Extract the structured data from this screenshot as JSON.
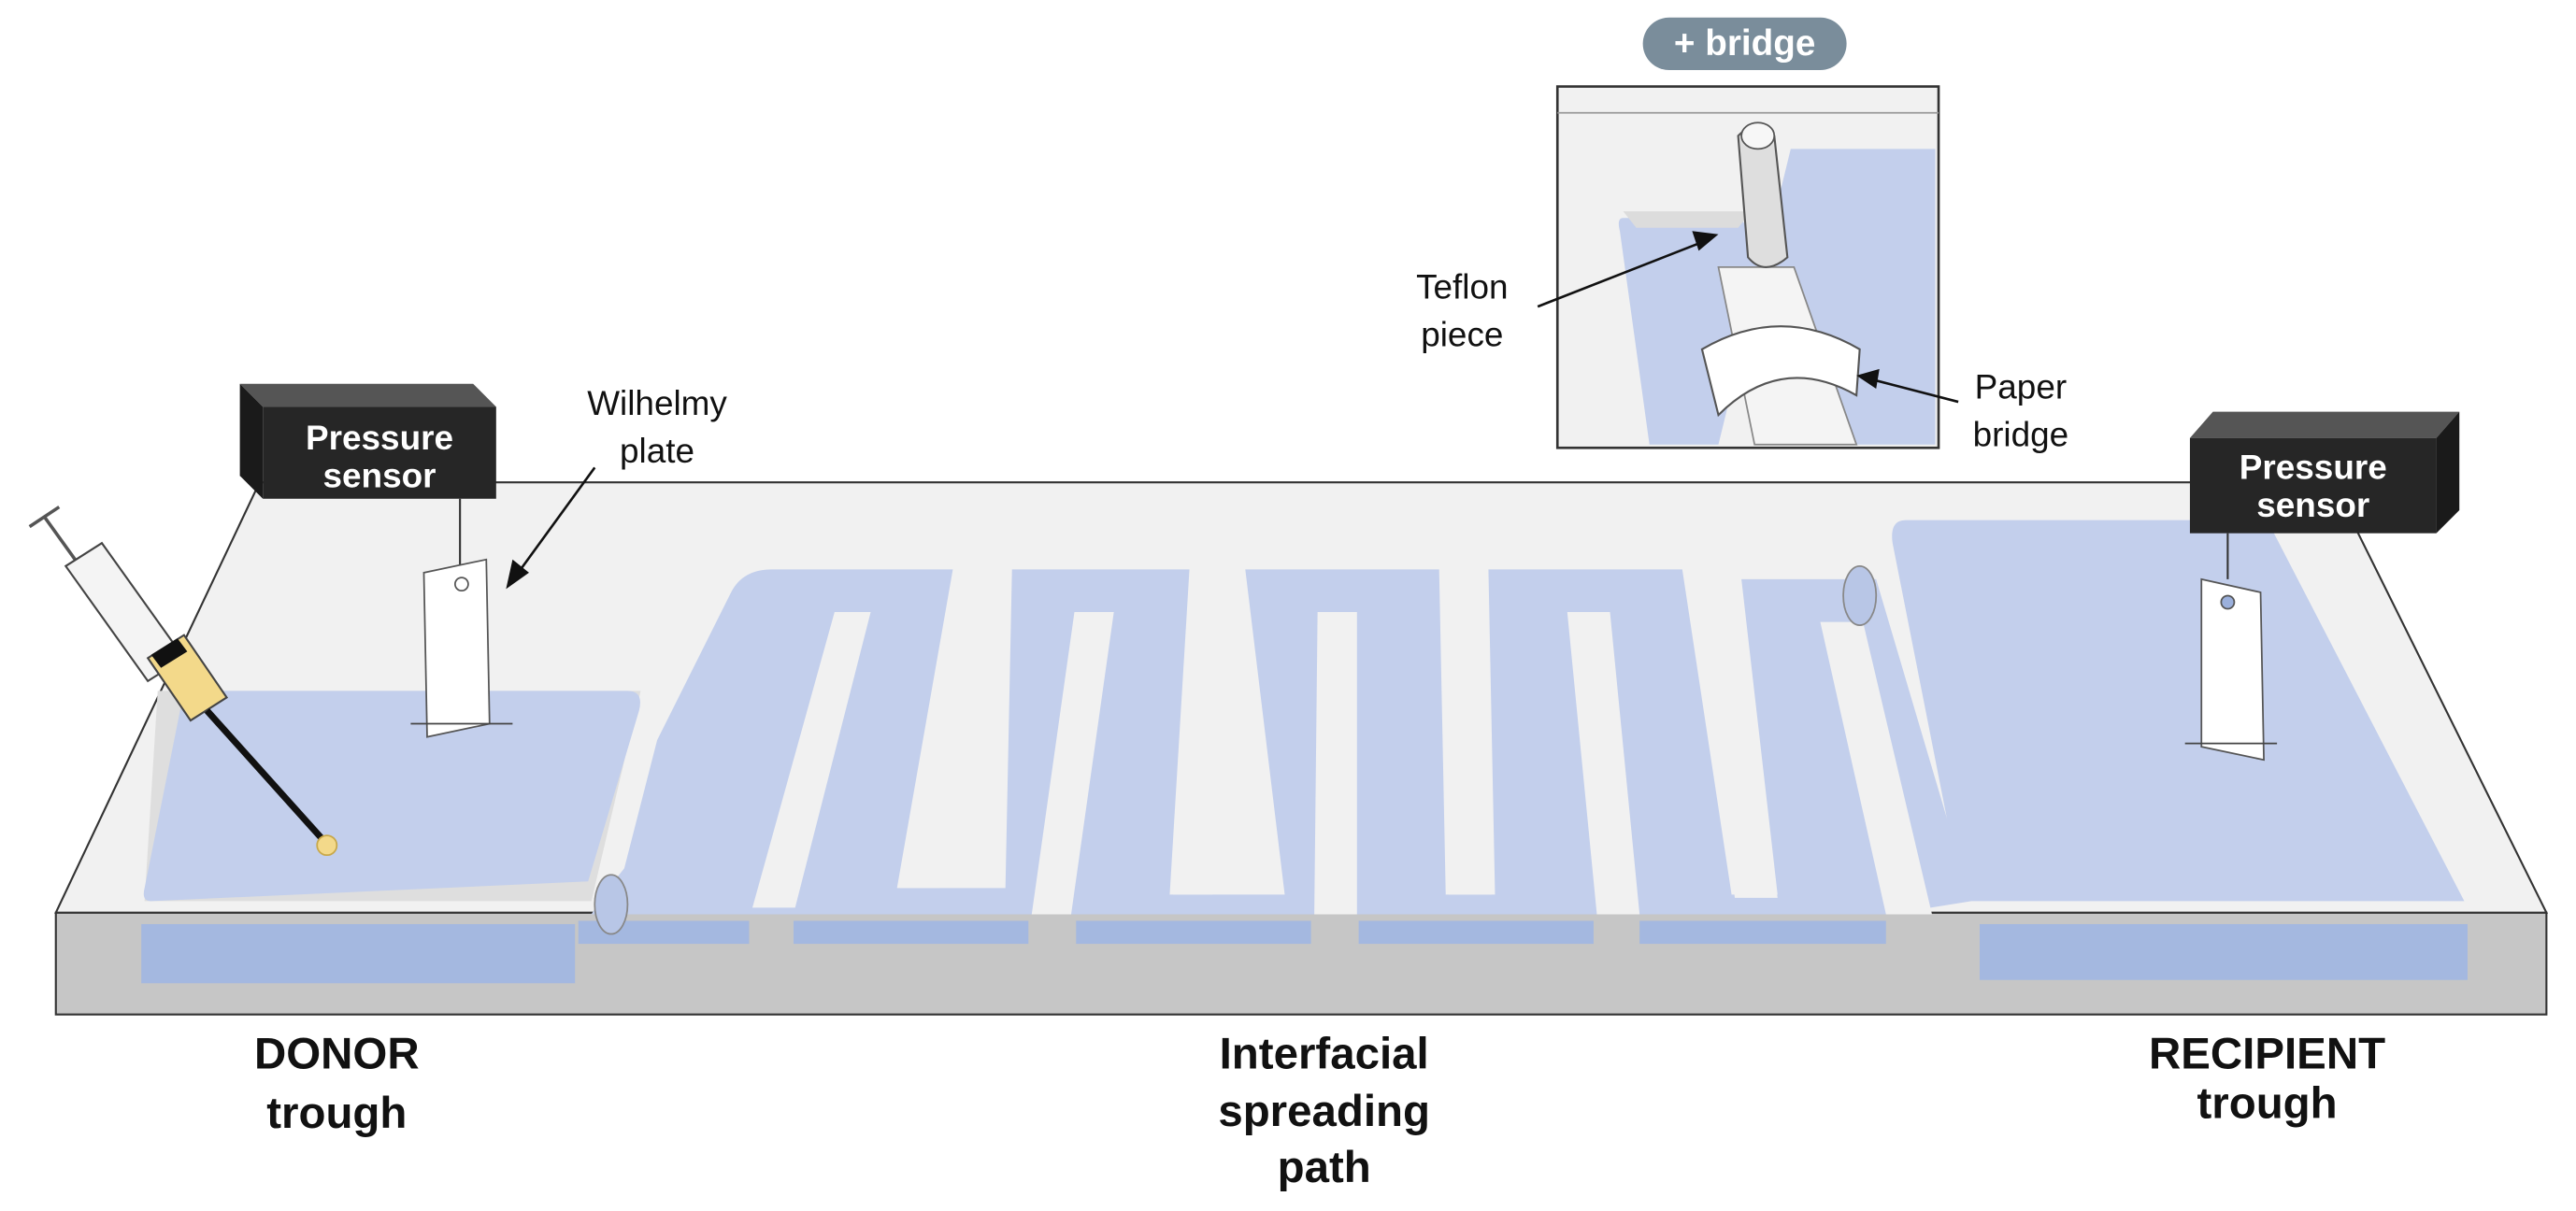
{
  "labels": {
    "pressure_sensor_left": [
      "Pressure",
      "sensor"
    ],
    "pressure_sensor_right": [
      "Pressure",
      "sensor"
    ],
    "wilhelmy_plate": [
      "Wilhelmy",
      "plate"
    ],
    "bridge_pill": "+ bridge",
    "teflon_piece": [
      "Teflon",
      "piece"
    ],
    "paper_bridge": [
      "Paper",
      "bridge"
    ],
    "donor_trough": [
      "DONOR",
      "trough"
    ],
    "interfacial_path": [
      "Interfacial",
      "spreading",
      "path"
    ],
    "recipient_trough": [
      "RECIPIENT",
      "trough"
    ]
  },
  "colors": {
    "water": "#c3cfec",
    "water_front": "#a4b8e0",
    "trough_top": "#f1f1f1",
    "trough_front": "#c6c6c6",
    "sensor_box": "#262626",
    "pill": "#7a8d9b",
    "syringe_fluid": "#f3d98a"
  }
}
